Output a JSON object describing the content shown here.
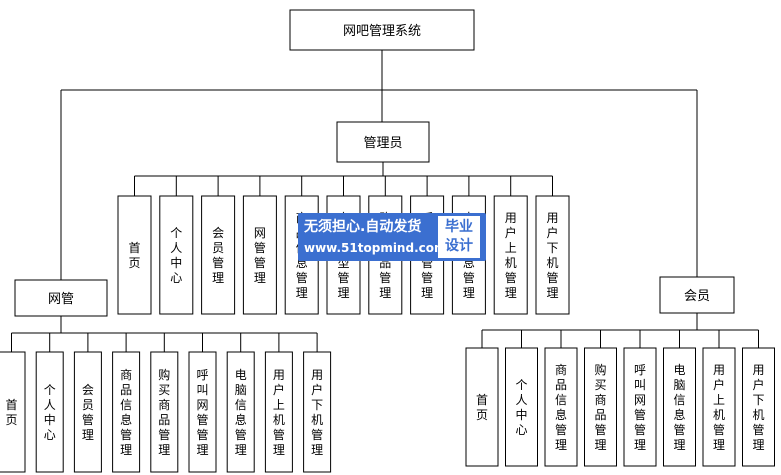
{
  "root": "网吧管理系统",
  "admin": {
    "title": "管理员",
    "children": [
      "首页",
      "个人中心",
      "会员管理",
      "网管管理",
      "商品信息管理",
      "商品类型管理",
      "购买商品管理",
      "呼叫网管管理",
      "电脑信息管理",
      "用户上机管理",
      "用户下机管理"
    ]
  },
  "netadmin": {
    "title": "网管",
    "children": [
      "首页",
      "个人中心",
      "会员管理",
      "商品信息管理",
      "购买商品管理",
      "呼叫网管管理",
      "电脑信息管理",
      "用户上机管理",
      "用户下机管理"
    ]
  },
  "member": {
    "title": "会员",
    "children": [
      "首页",
      "个人中心",
      "商品信息管理",
      "购买商品管理",
      "呼叫网管管理",
      "电脑信息管理",
      "用户上机管理",
      "用户下机管理"
    ]
  },
  "watermark": {
    "line1": "无须担心.自动发货",
    "line2": "www.51topmind.com",
    "badge_line1": "毕业",
    "badge_line2": "设计"
  }
}
